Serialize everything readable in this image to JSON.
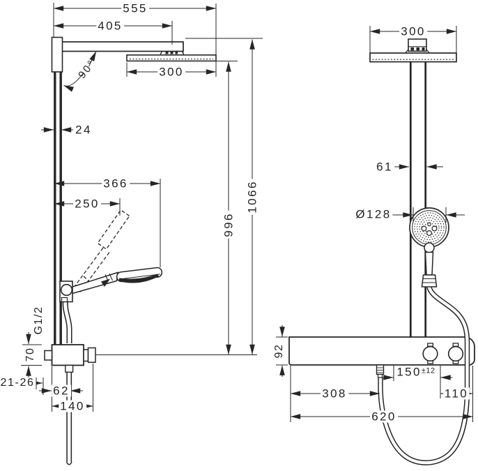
{
  "drawing": {
    "background_color": "#ffffff",
    "line_color": "#262626",
    "side_view": {
      "dimensions": {
        "total_width": "555",
        "arm_projection": "405",
        "overhead_width": "300",
        "arm_angle": "90°",
        "bar_depth": "24",
        "handshower_reach": "366",
        "handshower_upper_reach": "250",
        "height_to_overhead": "996",
        "total_height": "1066",
        "thread": "G1/2",
        "valve_height": "70",
        "wall_distance": "21-26",
        "hose_offset": "62",
        "valve_width": "140"
      }
    },
    "front_view": {
      "dimensions": {
        "overhead_width": "300",
        "bar_width": "61",
        "handshower_diameter": "Ø128",
        "body_height": "92",
        "supply_spacing_value": "150",
        "supply_spacing_tolerance": "±12",
        "hose_connection_offset": "308",
        "outlet_spacing": "110",
        "body_width": "620"
      }
    }
  }
}
